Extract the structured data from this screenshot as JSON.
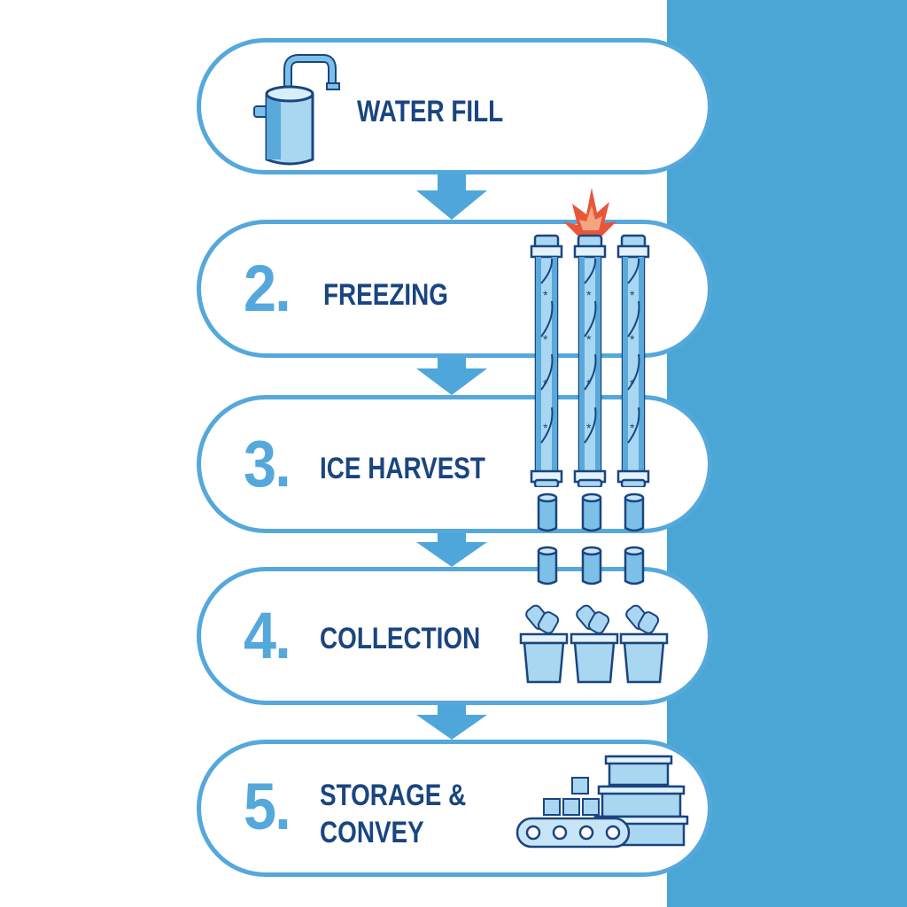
{
  "colors": {
    "accent": "#55a8db",
    "panel": "#4aa6d5",
    "label": "#1a4580",
    "flame": "#e8563a"
  },
  "steps": [
    {
      "number": "",
      "label": "WATER FILL",
      "icon": "water-tank-icon"
    },
    {
      "number": "2.",
      "label": "FREEZING",
      "icon": "freezing-tubes-icon"
    },
    {
      "number": "3.",
      "label": "ICE HARVEST",
      "icon": "ice-cylinders-icon"
    },
    {
      "number": "4.",
      "label": "COLLECTION",
      "icon": "ice-bins-icon"
    },
    {
      "number": "5.",
      "label_line1": "STORAGE &",
      "label_line2": "CONVEY",
      "icon": "conveyor-storage-icon"
    }
  ]
}
